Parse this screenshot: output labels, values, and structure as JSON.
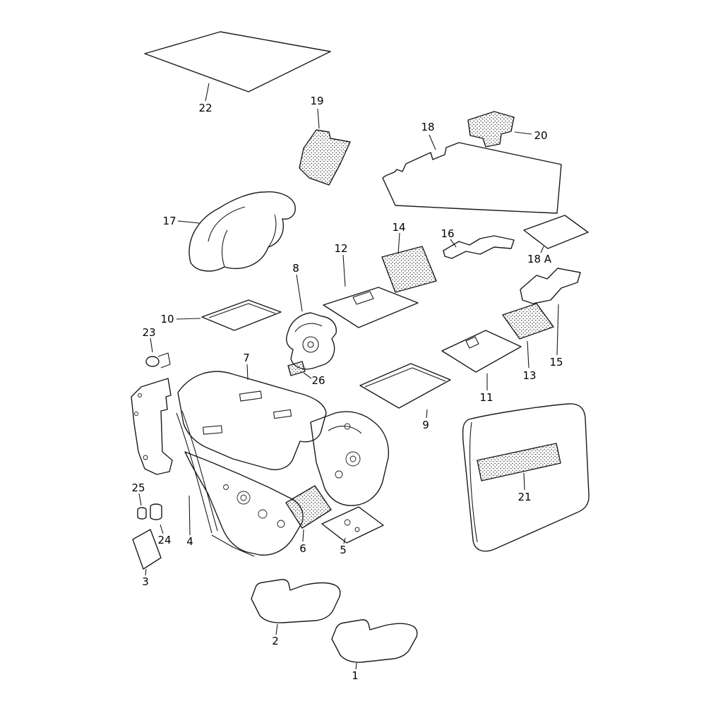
{
  "figure": {
    "background": "#ffffff",
    "line_color": "#1a1a1a"
  },
  "labels": {
    "n1": "1",
    "n2": "2",
    "n3": "3",
    "n4": "4",
    "n5": "5",
    "n6": "6",
    "n7": "7",
    "n8": "8",
    "n9": "9",
    "n10": "10",
    "n11": "11",
    "n12": "12",
    "n13": "13",
    "n14": "14",
    "n15": "15",
    "n16": "16",
    "n17": "17",
    "n18": "18",
    "n18a": "18 A",
    "n19": "19",
    "n20": "20",
    "n21": "21",
    "n22": "22",
    "n23": "23",
    "n24": "24",
    "n25": "25",
    "n26": "26"
  }
}
